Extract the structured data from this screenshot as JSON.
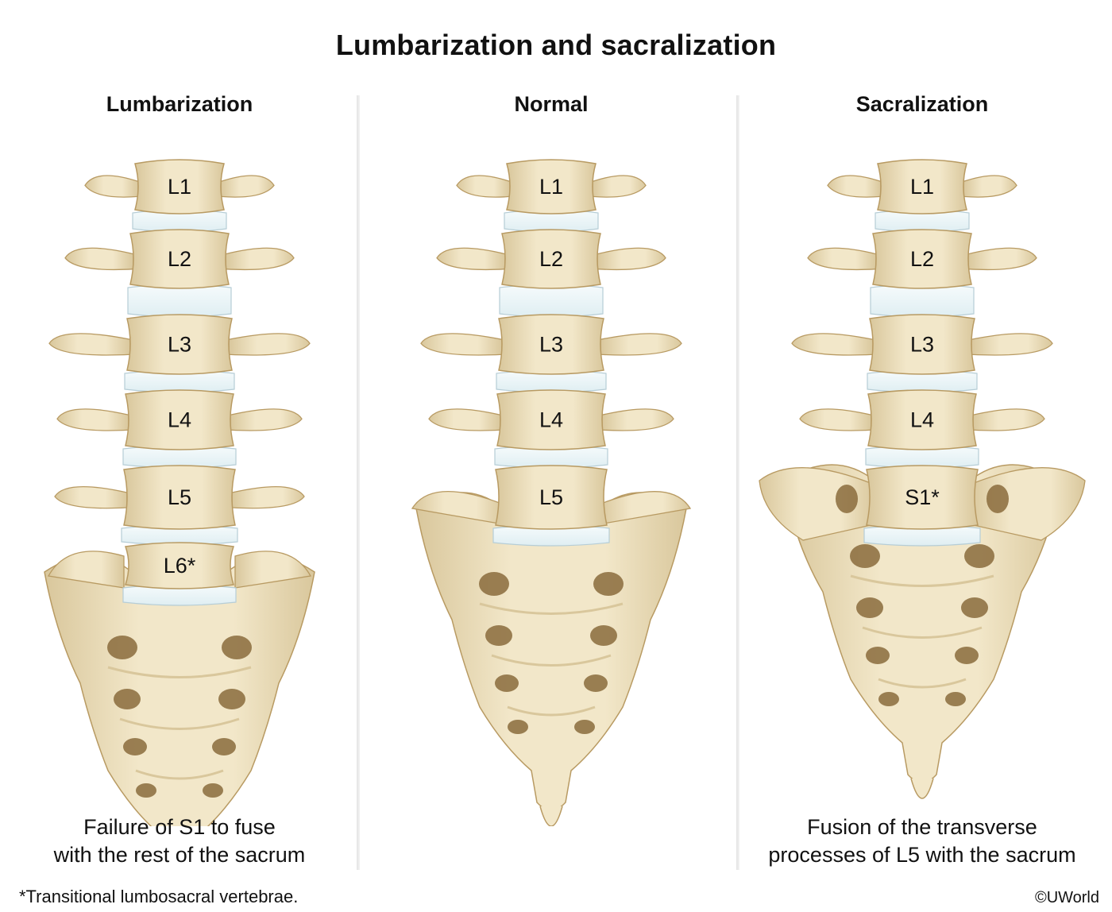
{
  "title": "Lumbarization and sacralization",
  "panels": [
    {
      "key": "lumbarization",
      "heading": "Lumbarization",
      "vertebrae": [
        "L1",
        "L2",
        "L3",
        "L4",
        "L5",
        "L6*"
      ],
      "caption": [
        "Failure of S1 to fuse",
        "with the rest of the sacrum"
      ]
    },
    {
      "key": "normal",
      "heading": "Normal",
      "vertebrae": [
        "L1",
        "L2",
        "L3",
        "L4",
        "L5"
      ],
      "caption": []
    },
    {
      "key": "sacralization",
      "heading": "Sacralization",
      "vertebrae": [
        "L1",
        "L2",
        "L3",
        "L4",
        "S1*"
      ],
      "caption": [
        "Fusion of the transverse",
        "processes of L5 with the sacrum"
      ]
    }
  ],
  "footnote": "*Transitional lumbosacral vertebrae.",
  "credit": "©UWorld",
  "colors": {
    "bone": "#f2e7c9",
    "bone_shadow": "#d9c79c",
    "bone_dark": "#b89a62",
    "disc": "#dfeef2",
    "disc_edge": "#b6cdd6",
    "foramen": "#8a6b3c"
  }
}
